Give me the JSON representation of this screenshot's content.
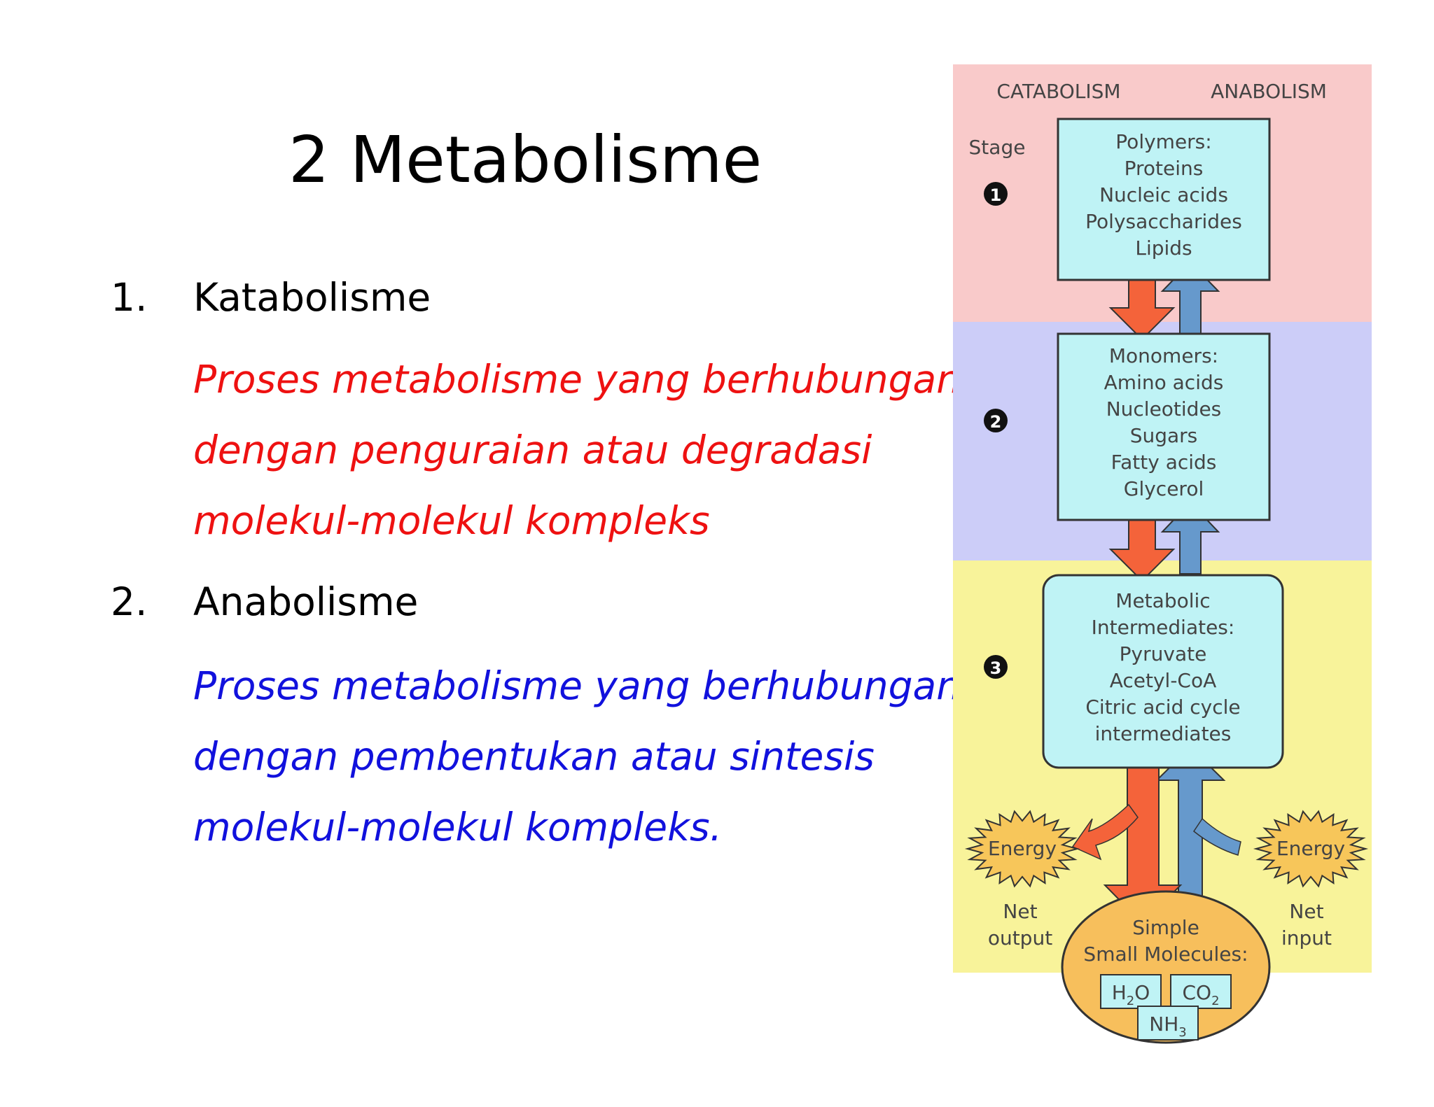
{
  "slide": {
    "title": "2  Metabolisme",
    "items": [
      {
        "number": "1.",
        "heading": "Katabolisme",
        "definition_lines": [
          "Proses metabolisme yang berhubungan",
          "dengan penguraian atau degradasi",
          "molekul-molekul kompleks"
        ],
        "color": "#ee1111"
      },
      {
        "number": "2.",
        "heading": "Anabolisme",
        "definition_lines": [
          "Proses metabolisme yang berhubungan",
          "dengan pembentukan atau sintesis",
          "molekul-molekul kompleks."
        ],
        "color": "#1111dd"
      }
    ]
  },
  "diagram": {
    "catabolism_label": "CATABOLISM",
    "anabolism_label": "ANABOLISM",
    "stage_label": "Stage",
    "stages": [
      {
        "number": "1",
        "color": "#f9caca",
        "box_lines": [
          "Polymers:",
          "Proteins",
          "Nucleic acids",
          "Polysaccharides",
          "Lipids"
        ]
      },
      {
        "number": "2",
        "color": "#cccdf8",
        "box_lines": [
          "Monomers:",
          "Amino acids",
          "Nucleotides",
          "Sugars",
          "Fatty acids",
          "Glycerol"
        ]
      },
      {
        "number": "3",
        "color": "#f8f39a",
        "box_lines": [
          "Metabolic",
          "Intermediates:",
          "Pyruvate",
          "Acetyl-CoA",
          "Citric acid cycle",
          "intermediates"
        ]
      }
    ],
    "energy_left": "Energy",
    "energy_right": "Energy",
    "net_output": [
      "Net",
      "output"
    ],
    "net_input": [
      "Net",
      "input"
    ],
    "simple_molecules": [
      "Simple",
      "Small Molecules:"
    ],
    "molecules": {
      "water": "H",
      "water_sub": "2",
      "water_tail": "O",
      "co2": "CO",
      "co2_sub": "2",
      "nh3": "NH",
      "nh3_sub": "3"
    },
    "colors": {
      "box": "#bff3f5",
      "catabolic_arrow": "#f4633a",
      "anabolic_arrow": "#6699cc",
      "oval": "#f7bf5c",
      "sun": "#f7c65a"
    }
  }
}
